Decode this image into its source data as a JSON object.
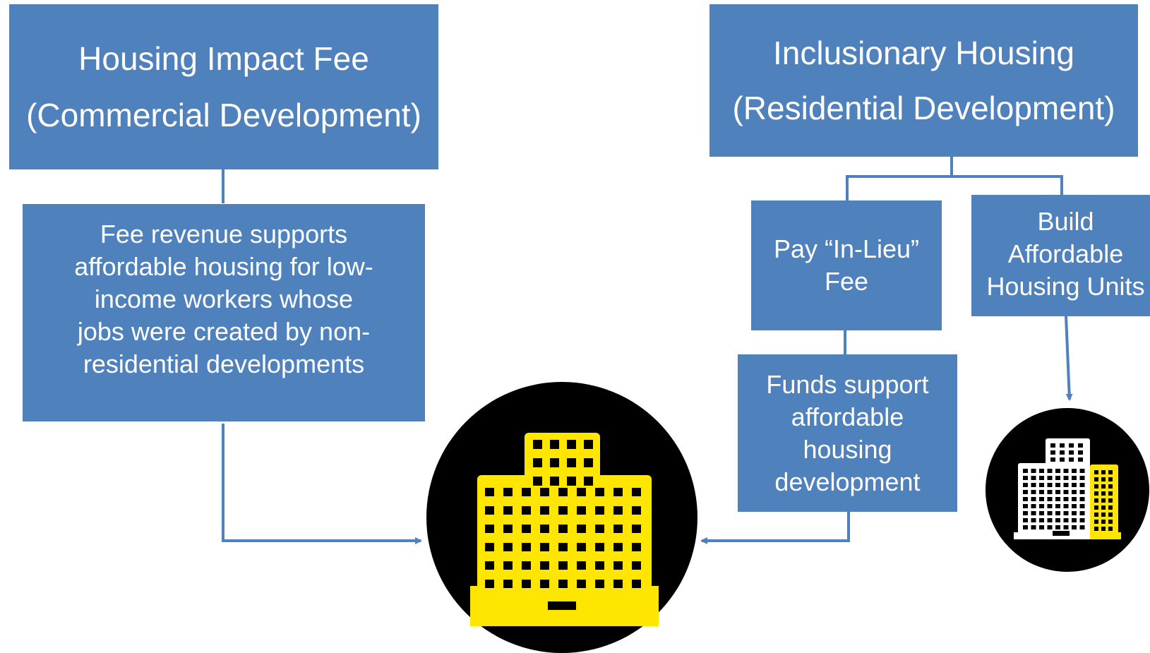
{
  "left": {
    "header": {
      "line1": "Housing Impact Fee",
      "line2": "(Commercial Development)"
    },
    "description": {
      "lines": [
        "Fee revenue supports",
        "affordable housing for low-",
        "income workers whose",
        "jobs were created by non-",
        "residential developments"
      ]
    }
  },
  "right": {
    "header": {
      "line1": "Inclusionary Housing",
      "line2": "(Residential Development)"
    },
    "option_fee": {
      "line1": "Pay “In-Lieu”",
      "line2": "Fee"
    },
    "option_build": {
      "line1": "Build",
      "line2": "Affordable",
      "line3": "Housing Units"
    },
    "funds": {
      "line1": "Funds support",
      "line2": "affordable",
      "line3": "housing",
      "line4": "development"
    }
  },
  "colors": {
    "box": "#4f81bd",
    "connector": "#4f81bd",
    "icon_circle": "#000000",
    "building_yellow": "#ffe600",
    "building_white": "#ffffff"
  },
  "icons": {
    "main": "yellow-apartment-building-icon",
    "small": "white-and-yellow-building-icon"
  }
}
